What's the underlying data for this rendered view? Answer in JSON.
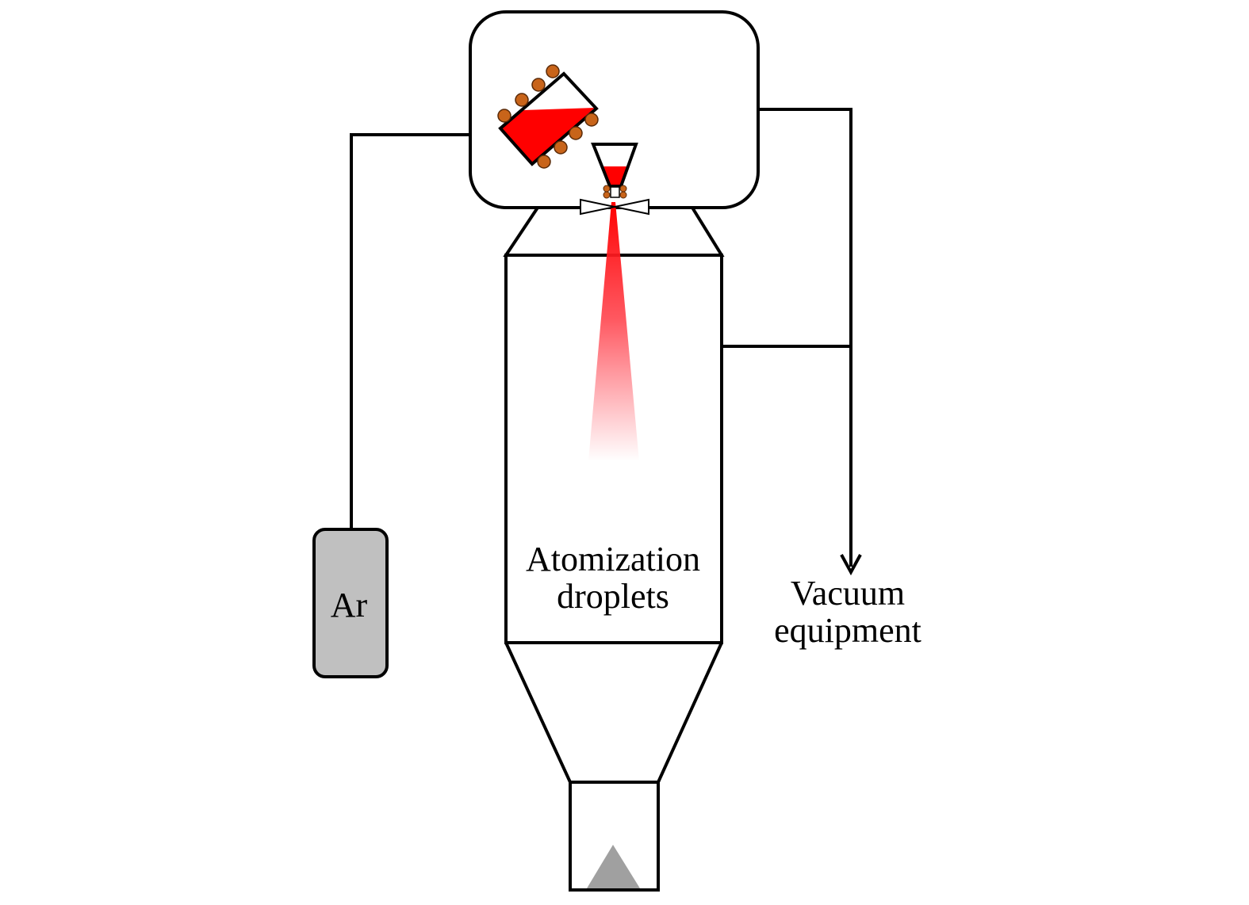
{
  "labels": {
    "gas": "Ar",
    "chamber_line1": "Atomization",
    "chamber_line2": "droplets",
    "vacuum_line1": "Vacuum",
    "vacuum_line2": "equipment"
  },
  "colors": {
    "melt": "#ff0000",
    "coil": "#c8641a",
    "gas_cylinder": "#c0c0c0",
    "powder": "#a0a0a0"
  }
}
